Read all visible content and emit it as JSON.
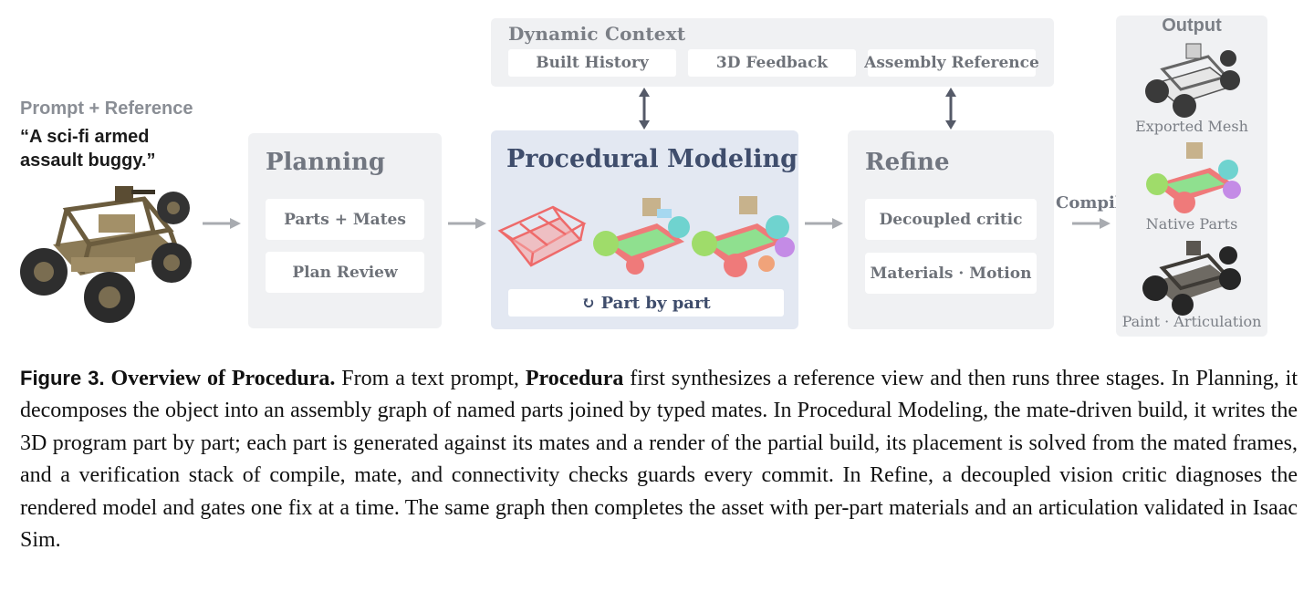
{
  "prompt": {
    "title": "Prompt + Reference",
    "text": "“A sci-fi armed assault buggy.”"
  },
  "dynamic_context": {
    "title": "Dynamic Context",
    "items": [
      "Built History",
      "3D Feedback",
      "Assembly Reference"
    ]
  },
  "planning": {
    "title": "Planning",
    "steps": [
      "Parts + Mates",
      "Plan Review"
    ]
  },
  "procedural_modeling": {
    "title": "Procedural Modeling",
    "loop_label": "↻ Part by part"
  },
  "refine": {
    "title": "Refine",
    "steps": [
      "Decoupled critic",
      "Materials · Motion"
    ]
  },
  "compile_label": "Compile",
  "output": {
    "title": "Output",
    "items": [
      "Exported Mesh",
      "Native Parts",
      "Paint · Articulation"
    ]
  },
  "caption": {
    "label": "Figure 3.",
    "title": "Overview of Procedura.",
    "text_1": "From a text prompt,",
    "bold_name": "Procedura",
    "text_2": "first synthesizes a reference view and then runs three stages. In Planning, it decomposes the object into an assembly graph of named parts joined by typed mates. In Procedural Modeling, the mate-driven build, it writes the 3D program part by part; each part is generated against its mates and a render of the partial build, its placement is solved from the mated frames, and a verification stack of compile, mate, and connectivity checks guards every commit. In Refine, a decoupled vision critic diagnoses the rendered model and gates one fix at a time. The same graph then completes the asset with per-part materials and an articulation validated in Isaac Sim."
  },
  "colors": {
    "panel_bg": "#f0f1f3",
    "highlight_panel_bg": "#e3e8f2",
    "highlight_text": "#3f4d6c",
    "muted_text": "#717680",
    "arrow": "#a8abb0",
    "double_arrow": "#555a68"
  }
}
